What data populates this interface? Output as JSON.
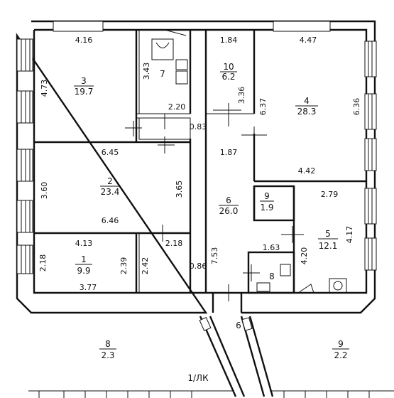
{
  "rooms": {
    "r3": {
      "num": "3",
      "area": "19.7"
    },
    "r7": {
      "num": "7"
    },
    "r10": {
      "num": "10",
      "area": "6.2"
    },
    "r4": {
      "num": "4",
      "area": "28.3"
    },
    "r2": {
      "num": "2",
      "area": "23.4"
    },
    "r6": {
      "num": "6",
      "area": "26.0"
    },
    "r9": {
      "num": "9",
      "area": "1.9"
    },
    "r5": {
      "num": "5",
      "area": "12.1"
    },
    "r1": {
      "num": "1",
      "area": "9.9"
    },
    "r8": {
      "num": "8"
    },
    "stair6": {
      "num": "6"
    },
    "ext8": {
      "num": "8",
      "area": "2.3"
    },
    "ext9": {
      "num": "9",
      "area": "2.2"
    }
  },
  "dims": {
    "d_416": "4.16",
    "d_473": "4.73",
    "d_343": "3.43",
    "d_220": "2.20",
    "d_184": "1.84",
    "d_336": "3.36",
    "d_447": "4.47",
    "d_637": "6.37",
    "d_636": "6.36",
    "d_442": "4.42",
    "d_083": "0.83",
    "d_187": "1.87",
    "d_645": "6.45",
    "d_360": "3.60",
    "d_365": "3.65",
    "d_646": "6.46",
    "d_279": "2.79",
    "d_417": "4.17",
    "d_163": "1.63",
    "d_420": "4.20",
    "d_413": "4.13",
    "d_218a": "2.18",
    "d_218b": "2.18",
    "d_239": "2.39",
    "d_242": "2.42",
    "d_086": "0.86",
    "d_753": "7.53",
    "d_377": "3.77"
  },
  "entrance": "1/ЛК"
}
